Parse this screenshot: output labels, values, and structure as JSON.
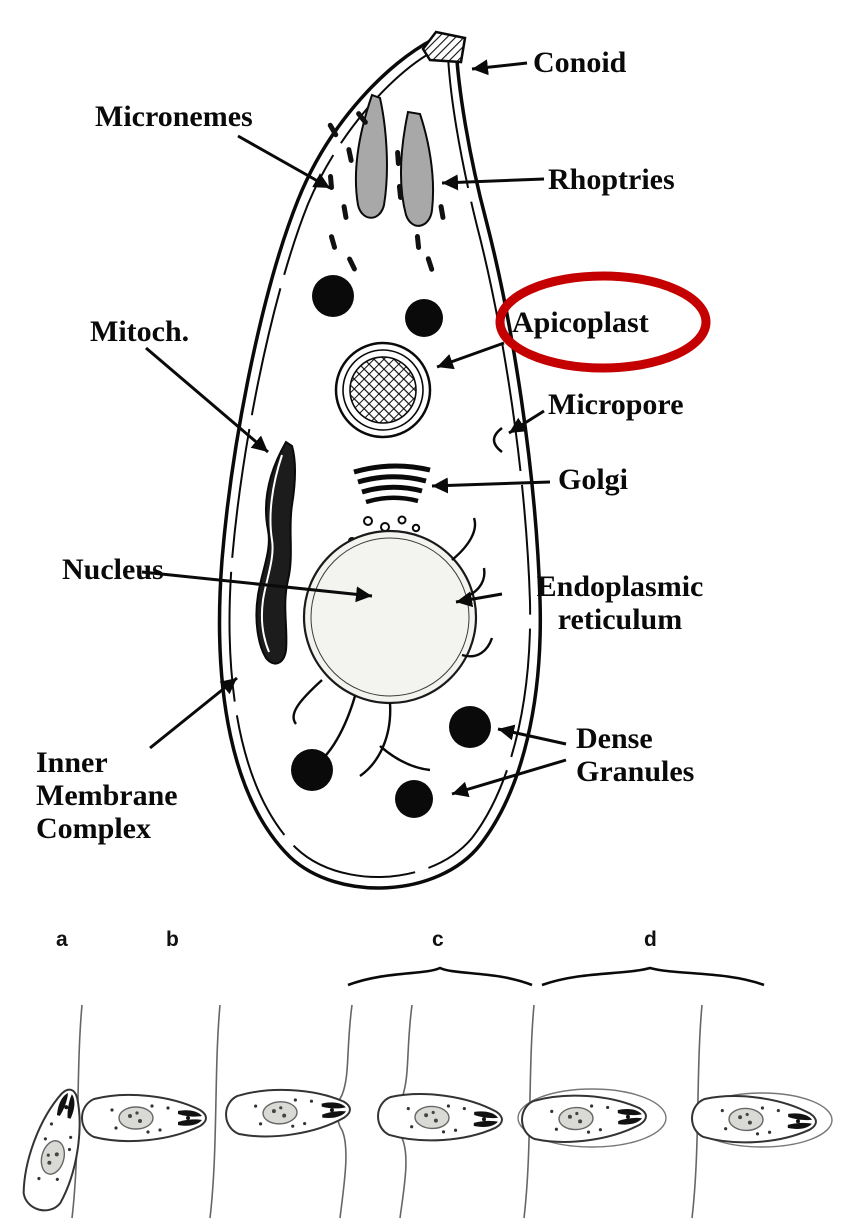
{
  "figure": {
    "highlight_color": "#c40000",
    "ink_color": "#0a0a0a"
  },
  "labels": {
    "conoid": "Conoid",
    "micronemes": "Micronemes",
    "rhoptries": "Rhoptries",
    "mitoch": "Mitoch.",
    "apicoplast": "Apicoplast",
    "micropore": "Micropore",
    "golgi": "Golgi",
    "nucleus": "Nucleus",
    "endoplasmic_reticulum": "Endoplasmic\nreticulum",
    "dense_granules": "Dense\nGranules",
    "inner_membrane_complex": "Inner\nMembrane\nComplex"
  },
  "stages": {
    "a": "a",
    "b": "b",
    "c": "c",
    "d": "d"
  }
}
